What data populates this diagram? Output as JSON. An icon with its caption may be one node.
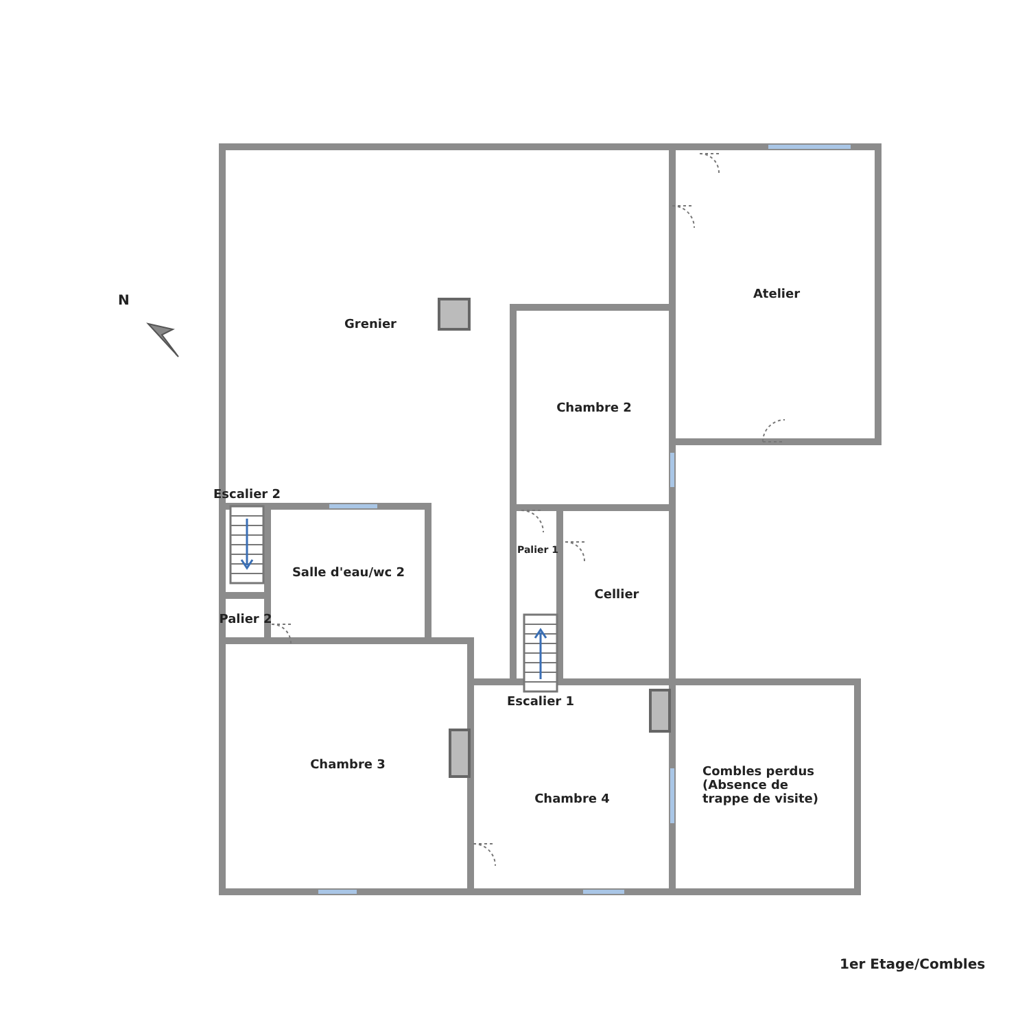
{
  "diagram": {
    "nodes": [
      {
        "text": [
          "Grenier"
        ]
      },
      {
        "text": [
          "Atelier"
        ]
      },
      {
        "text": [
          "Chambre 2"
        ]
      },
      {
        "text": [
          "Escalier  2"
        ]
      },
      {
        "text": [
          "Salle d'eau/wc 2"
        ]
      },
      {
        "text": [
          "Palier 1"
        ]
      },
      {
        "text": [
          "Palier 2"
        ]
      },
      {
        "text": [
          "Cellier"
        ]
      },
      {
        "text": [
          "Escalier  1"
        ]
      },
      {
        "text": [
          "Chambre 3"
        ]
      },
      {
        "text": [
          "Chambre 4"
        ]
      },
      {
        "text": [
          "Combles perdus (Absence de trappe de visite)"
        ]
      }
    ],
    "labels": [
      "N",
      "1er Etage/Combles"
    ]
  }
}
